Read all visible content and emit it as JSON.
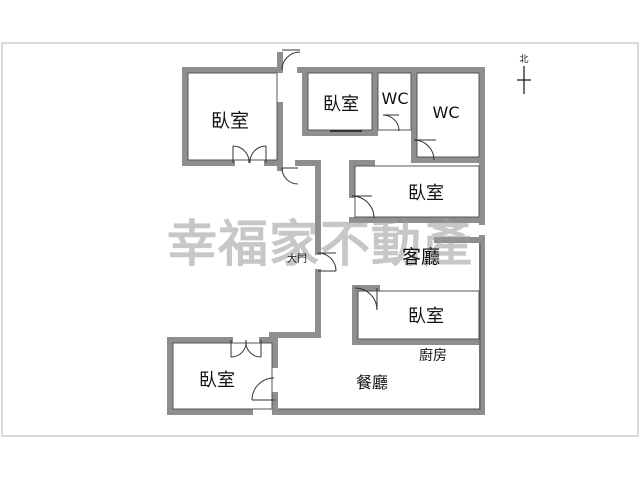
{
  "compass": {
    "label": "北"
  },
  "rooms": {
    "bedroom_top_left": "臥室",
    "bedroom_top_middle": "臥室",
    "wc_small": "WC",
    "wc_large": "WC",
    "bedroom_right_upper": "臥室",
    "living_room": "客廳",
    "main_door": "大門",
    "bedroom_right_lower": "臥室",
    "kitchen": "廚房",
    "bedroom_bottom_left": "臥室",
    "dining_room": "餐廳"
  },
  "watermark": "幸福家不動產"
}
